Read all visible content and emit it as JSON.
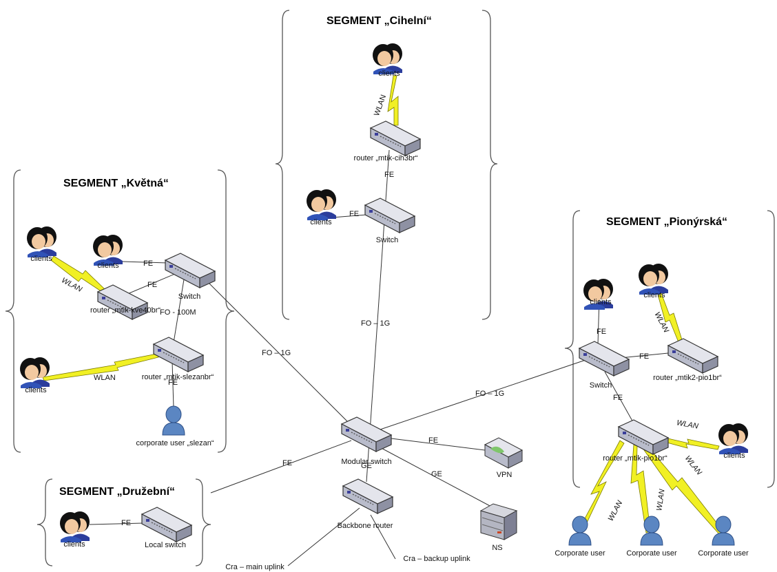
{
  "segments": {
    "cihelni": "SEGMENT „Cihelní“",
    "kvetna": "SEGMENT „Květná“",
    "pionyrska": "SEGMENT „Pionýrská“",
    "druzebni": "SEGMENT „Družební“"
  },
  "labels": {
    "clients": "clients",
    "switch": "Switch",
    "fe": "FE",
    "ge": "GE",
    "wlan": "WLAN",
    "fo_1g": "FO – 1G",
    "fo_100m": "FO -  100M",
    "router_cih": "router „mtik-cih3br“",
    "router_kve": "router „mtik-kve40br“",
    "router_slezan": "router „mtik-slezanbr“",
    "router_pio2": "router „mtik2-pio1br“",
    "router_pio": "router „mtik-pio1br“",
    "corporate_slezan": "corporate user „slezan“",
    "corporate_user": "Corporate user",
    "modular_switch": "Modular switch",
    "vpn": "VPN",
    "backbone_router": "Backbone router",
    "ns": "NS",
    "local_switch": "Local switch",
    "main_uplink": "Cra – main uplink",
    "backup_uplink": "Cra – backup uplink"
  },
  "colors": {
    "device_body": "#c9cbd6",
    "device_side": "#8e91a3",
    "person": "#5b86c2",
    "lightning": "#f1f024",
    "hair": "#111111"
  }
}
